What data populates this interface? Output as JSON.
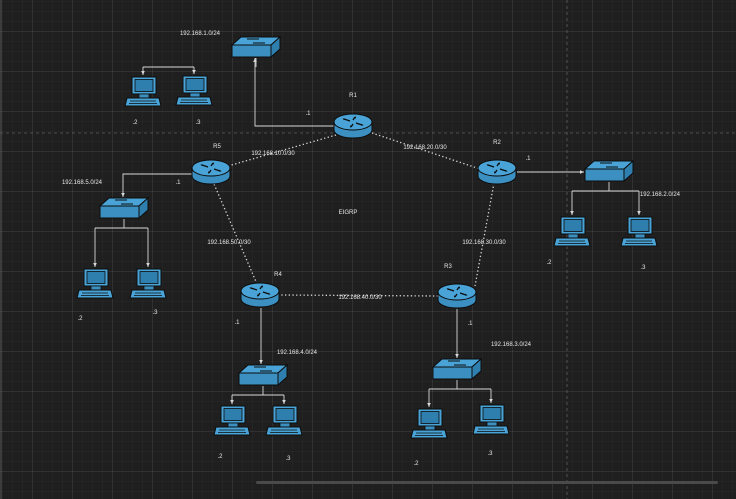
{
  "protocol_label": "EIGRP",
  "routers": [
    {
      "id": "R1",
      "label": "R1"
    },
    {
      "id": "R2",
      "label": "R2"
    },
    {
      "id": "R3",
      "label": "R3"
    },
    {
      "id": "R4",
      "label": "R4"
    },
    {
      "id": "R5",
      "label": "R5"
    }
  ],
  "wan_links": [
    {
      "from": "R1",
      "to": "R5",
      "subnet": "192.168.10.0/30"
    },
    {
      "from": "R1",
      "to": "R2",
      "subnet": "192.168.20.0/30"
    },
    {
      "from": "R2",
      "to": "R3",
      "subnet": "192.168.30.0/30"
    },
    {
      "from": "R3",
      "to": "R4",
      "subnet": "192.168.40.0/30"
    },
    {
      "from": "R4",
      "to": "R5",
      "subnet": "192.168.50.0/30"
    }
  ],
  "lans": [
    {
      "router": "R1",
      "subnet": "192.168.1.0/24",
      "gateway": ".1",
      "hosts": [
        ".2",
        ".3"
      ]
    },
    {
      "router": "R2",
      "subnet": "192.168.2.0/24",
      "gateway": ".1",
      "hosts": [
        ".2",
        ".3"
      ]
    },
    {
      "router": "R3",
      "subnet": "192.168.3.0/24",
      "gateway": ".1",
      "hosts": [
        ".2",
        ".3"
      ]
    },
    {
      "router": "R4",
      "subnet": "192.168.4.0/24",
      "gateway": ".1",
      "hosts": [
        ".2",
        ".3"
      ]
    },
    {
      "router": "R5",
      "subnet": "192.168.5.0/24",
      "gateway": ".1",
      "hosts": [
        ".2",
        ".3"
      ]
    }
  ],
  "colors": {
    "device_fill": "#4aa3d6",
    "device_stroke": "#0c0c0c",
    "link": "#d9d9d9",
    "text": "#e8e8e8"
  }
}
